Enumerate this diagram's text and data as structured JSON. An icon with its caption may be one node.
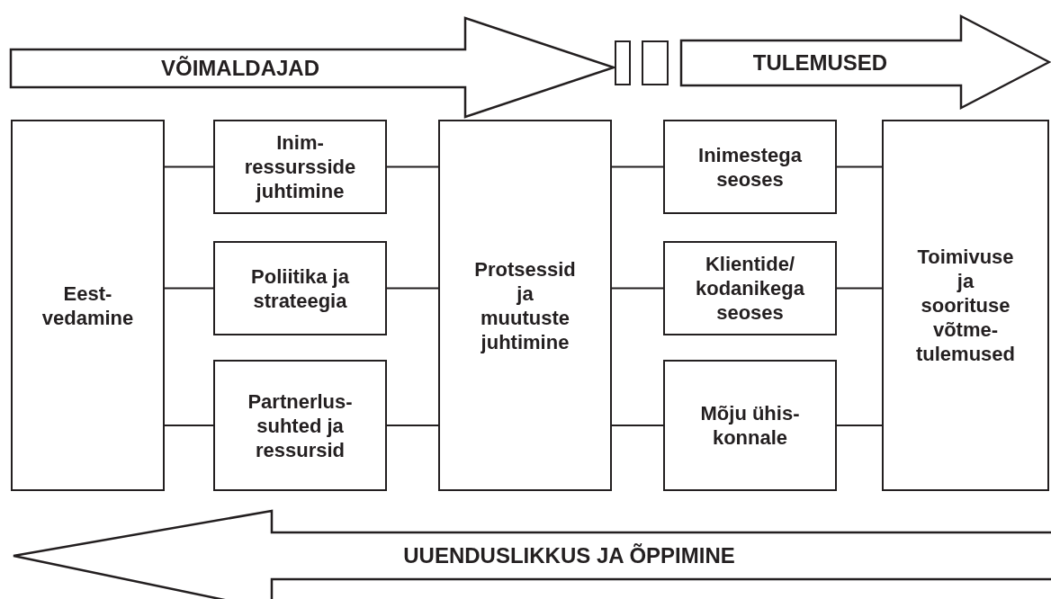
{
  "diagram": {
    "nodes": [
      {
        "text": [
          "VÕIMALDAJAD"
        ]
      },
      {
        "text": [],
        "shape": "box"
      },
      {
        "text": [],
        "shape": "box"
      },
      {
        "text": [
          "TULEMUSED"
        ]
      },
      {
        "text": [
          "Eest- vedamine"
        ]
      },
      {
        "text": [
          "Inim- ressursside juhtimine"
        ]
      },
      {
        "text": [
          "Poliitika ja strateegia"
        ]
      },
      {
        "text": [
          "Partnerlus- suhted ja ressursid"
        ]
      },
      {
        "text": [
          "Protsessid ja muutuste juhtimine"
        ]
      },
      {
        "text": [
          "Inimestega seoses"
        ]
      },
      {
        "text": [
          "Klientide/ kodanikega seoses"
        ]
      },
      {
        "text": [
          "Mõju ühis- konnale"
        ]
      },
      {
        "text": [
          "Toimivuse ja soorituse võtme- tulemused"
        ]
      },
      {
        "text": [
          "UUENDUSLIKKUS JA ÕPPIMINE"
        ]
      }
    ],
    "edges": [
      {
        "from": 4,
        "to": 5,
        "arrow": "none"
      },
      {
        "from": 4,
        "to": 6,
        "arrow": "none"
      },
      {
        "from": 4,
        "to": 7,
        "arrow": "none"
      },
      {
        "from": 5,
        "to": 8,
        "arrow": "none"
      },
      {
        "from": 6,
        "to": 8,
        "arrow": "none"
      },
      {
        "from": 7,
        "to": 8,
        "arrow": "none"
      },
      {
        "from": 8,
        "to": 9,
        "arrow": "none"
      },
      {
        "from": 8,
        "to": 10,
        "arrow": "none"
      },
      {
        "from": 8,
        "to": 11,
        "arrow": "none"
      },
      {
        "from": 9,
        "to": 12,
        "arrow": "none"
      },
      {
        "from": 10,
        "to": 12,
        "arrow": "none"
      },
      {
        "from": 11,
        "to": 12,
        "arrow": "none"
      }
    ]
  }
}
